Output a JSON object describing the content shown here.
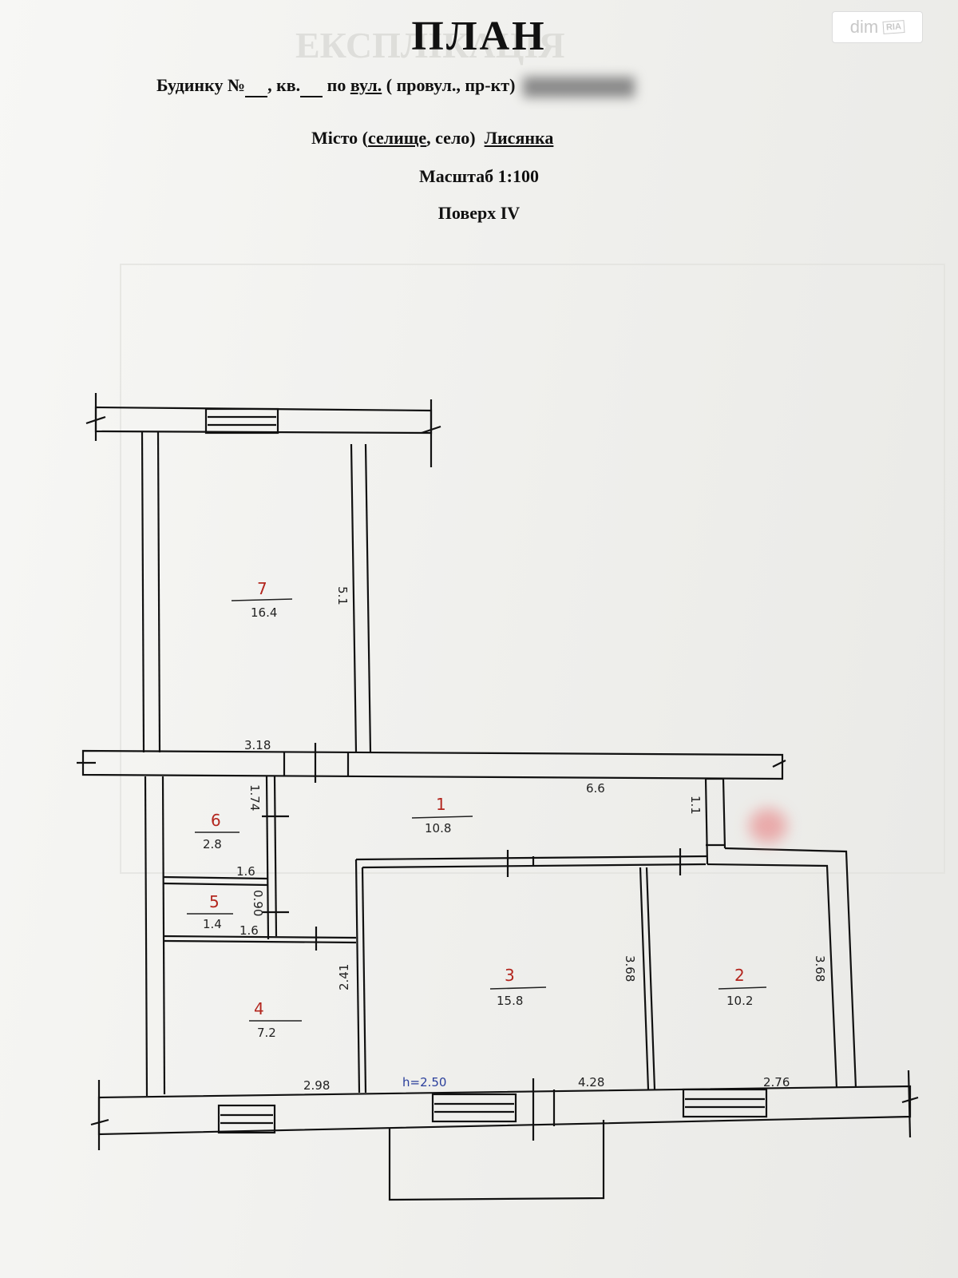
{
  "header": {
    "title": "ПЛАН",
    "address_prefix": "Будинку №",
    "apartment_prefix": ", кв.",
    "street_text": "по",
    "street_word": "вул.",
    "street_alternatives": "( провул., пр-кт)",
    "city_prefix": "Місто (",
    "city_settlement": "селище",
    "city_suffix": ", село)",
    "city_name": "Лисянка",
    "scale": "Масштаб 1:100",
    "floor": "Поверх IV"
  },
  "watermark": {
    "text": "dim",
    "badge": "RIA"
  },
  "rooms": [
    {
      "number": "1",
      "area": "10.8"
    },
    {
      "number": "2",
      "area": "10.2"
    },
    {
      "number": "3",
      "area": "15.8"
    },
    {
      "number": "4",
      "area": "7.2"
    },
    {
      "number": "5",
      "area": "1.4"
    },
    {
      "number": "6",
      "area": "2.8"
    },
    {
      "number": "7",
      "area": "16.4"
    }
  ],
  "dimensions": {
    "room7_height": "5.1",
    "room7_width": "3.18",
    "corridor_width": "6.6",
    "room6_height": "1.74",
    "room6_width": "1.6",
    "room5_height": "0.90",
    "room5_width": "1.6",
    "corridor_end": "1.1",
    "room4_height": "2.41",
    "room4_width": "2.98",
    "ceiling_height": "h=2.50",
    "room3_width": "4.28",
    "room3_height": "3.68",
    "room2_width": "2.76",
    "room2_height": "3.68"
  },
  "colors": {
    "ink": "#111111",
    "room_numbers": "#b3261e",
    "ceiling_note": "#2a3f9b",
    "paper": "#f4f4f2"
  }
}
